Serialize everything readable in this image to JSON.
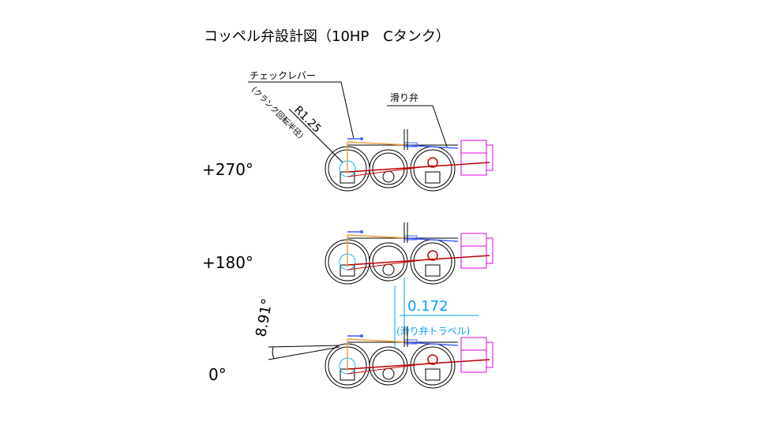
{
  "title": "コッペル弁設計図（10HP　Cタンク）",
  "labels": {
    "check_lever": "チェックレバー",
    "crank_radius_value": "R1.25",
    "crank_radius_note": "(クランク回転半径)",
    "slide_valve": "滑り弁",
    "valve_travel_value": "0.172",
    "valve_travel_note": "(滑り弁トラベル)",
    "lever_angle": "8.91°"
  },
  "positions": [
    {
      "label": "+270°"
    },
    {
      "label": "+180°"
    },
    {
      "label": "0°"
    }
  ],
  "colors": {
    "wheel": "#000000",
    "rod": "#c00000",
    "lever": "#f0a040",
    "valve": "#4060ff",
    "cylinder": "#e000e0",
    "crank_circle": "#00c0ff",
    "dimension": "#00a0ff"
  }
}
